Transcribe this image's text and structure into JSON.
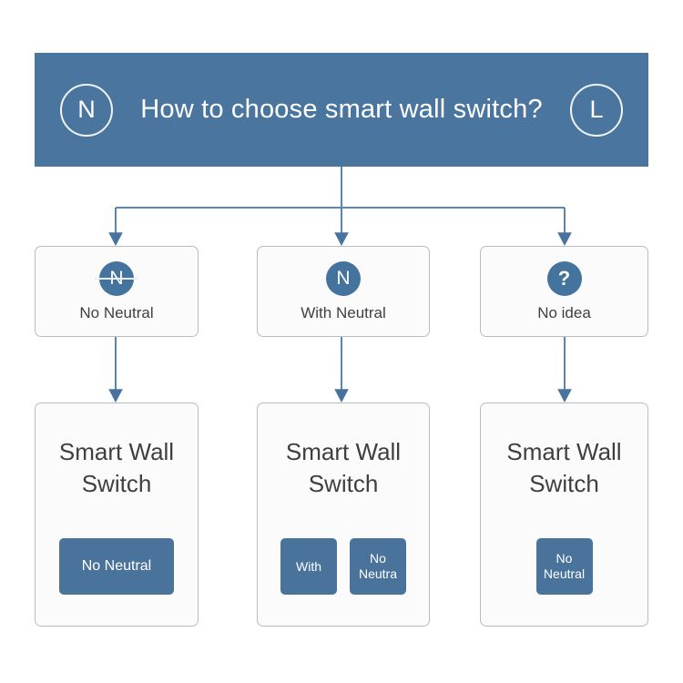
{
  "header": {
    "left_icon": "N",
    "left_icon_name": "neutral-wire-ring-icon",
    "title": "How to choose smart wall switch?",
    "right_icon": "L",
    "right_icon_name": "live-wire-ring-icon",
    "background_color": "#4a759e",
    "text_color": "#ffffff"
  },
  "options": [
    {
      "badge_glyph": "N",
      "badge_struck": true,
      "label": "No Neutral"
    },
    {
      "badge_glyph": "N",
      "badge_struck": false,
      "label": "With Neutral"
    },
    {
      "badge_glyph": "?",
      "badge_struck": false,
      "label": "No idea"
    }
  ],
  "products": [
    {
      "title": "Smart Wall\nSwitch",
      "buttons": [
        {
          "label": "No Neutral",
          "size": "wide"
        }
      ]
    },
    {
      "title": "Smart Wall\nSwitch",
      "buttons": [
        {
          "label": "With",
          "size": "small"
        },
        {
          "label": "No\nNeutra",
          "size": "small"
        }
      ]
    },
    {
      "title": "Smart Wall\nSwitch",
      "buttons": [
        {
          "label": "No\nNeutral",
          "size": "small"
        }
      ]
    }
  ],
  "theme": {
    "accent": "#44739e",
    "button_blue": "#4a739c",
    "connector_line": "#5b86ad",
    "card_border": "#b9bdc2",
    "card_background": "#fbfbfb",
    "text_dark": "#3f3f3f",
    "page_background": "#ffffff"
  }
}
